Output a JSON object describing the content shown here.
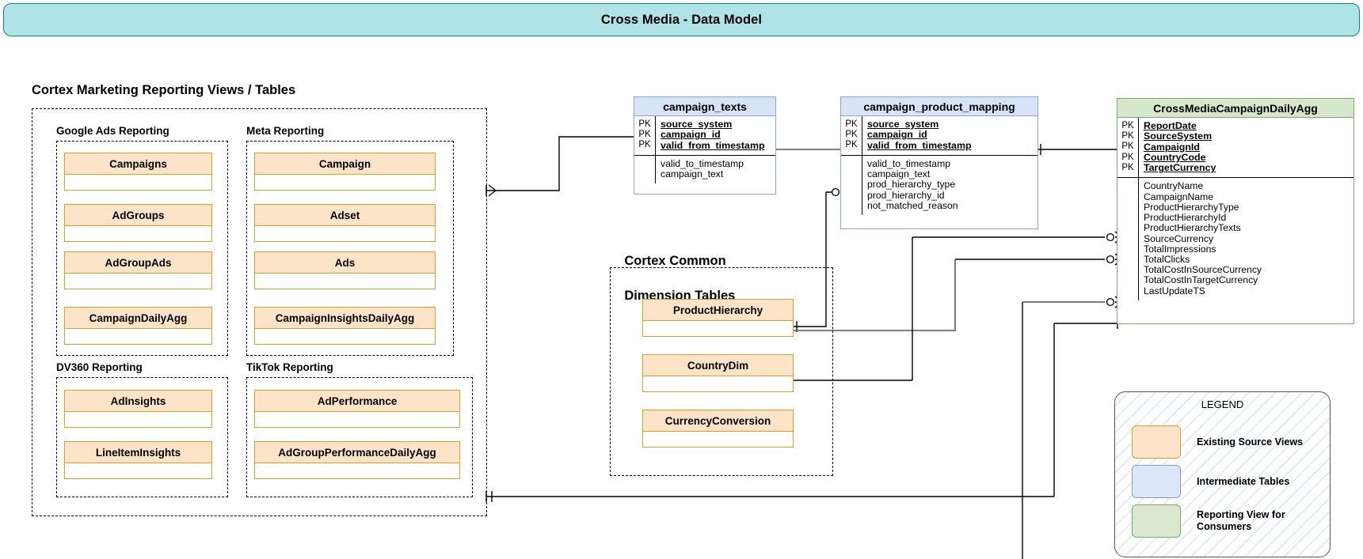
{
  "title": {
    "text": "Cross Media - Data Model"
  },
  "sections": {
    "reporting_title": "Cortex Marketing Reporting Views / Tables",
    "common_dim_title": "Cortex Common\nDimension Tables",
    "groups": [
      {
        "label": "Google Ads Reporting"
      },
      {
        "label": "Meta Reporting"
      },
      {
        "label": "DV360 Reporting"
      },
      {
        "label": "TikTok Reporting"
      }
    ]
  },
  "source_views": {
    "google_ads": [
      "Campaigns",
      "AdGroups",
      "AdGroupAds",
      "CampaignDailyAgg"
    ],
    "meta": [
      "Campaign",
      "Adset",
      "Ads",
      "CampaignInsightsDailyAgg"
    ],
    "dv360": [
      "AdInsights",
      "LineItemInsights"
    ],
    "tiktok": [
      "AdPerformance",
      "AdGroupPerformanceDailyAgg"
    ],
    "common_dims": [
      "ProductHierarchy",
      "CountryDim",
      "CurrencyConversion"
    ]
  },
  "entities": [
    {
      "name": "campaign_texts",
      "kind": "intermediate",
      "key_marker": "PK",
      "keys": [
        "source_system",
        "campaign_id",
        "valid_from_timestamp"
      ],
      "fields": [
        "valid_to_timestamp",
        "campaign_text"
      ]
    },
    {
      "name": "campaign_product_mapping",
      "kind": "intermediate",
      "key_marker": "PK",
      "keys": [
        "source_system",
        "campaign_id",
        "valid_from_timestamp"
      ],
      "fields": [
        "valid_to_timestamp",
        "campaign_text",
        "prod_hierarchy_type",
        "prod_hierarchy_id",
        "not_matched_reason"
      ]
    },
    {
      "name": "CrossMediaCampaignDailyAgg",
      "kind": "reporting",
      "key_marker": "PK",
      "keys": [
        "ReportDate",
        "SourceSystem",
        "CampaignId",
        "CountryCode",
        "TargetCurrency"
      ],
      "fields": [
        "CountryName",
        "CampaignName",
        "ProductHierarchyType",
        "ProductHierarchyId",
        "ProductHierarchyTexts",
        "SourceCurrency",
        "TotalImpressions",
        "TotalClicks",
        "TotalCostInSourceCurrency",
        "TotalCostInTargetCurrency",
        "LastUpdateTS"
      ]
    }
  ],
  "legend": {
    "title": "LEGEND",
    "items": [
      {
        "swatch": "orange",
        "label": "Existing Source Views"
      },
      {
        "swatch": "blue",
        "label": "Intermediate Tables"
      },
      {
        "swatch": "green",
        "label": "Reporting View for\nConsumers"
      }
    ]
  },
  "colors": {
    "banner_fill": "#b0e3e6",
    "banner_border": "#0e8088",
    "source_fill": "#fde3c8",
    "source_border": "#d6a32a",
    "intermediate_fill": "#d7e3f7",
    "intermediate_border": "#8ba7d0",
    "reporting_fill": "#d6e8cc",
    "reporting_border": "#79ab6a",
    "line": "#000000"
  }
}
